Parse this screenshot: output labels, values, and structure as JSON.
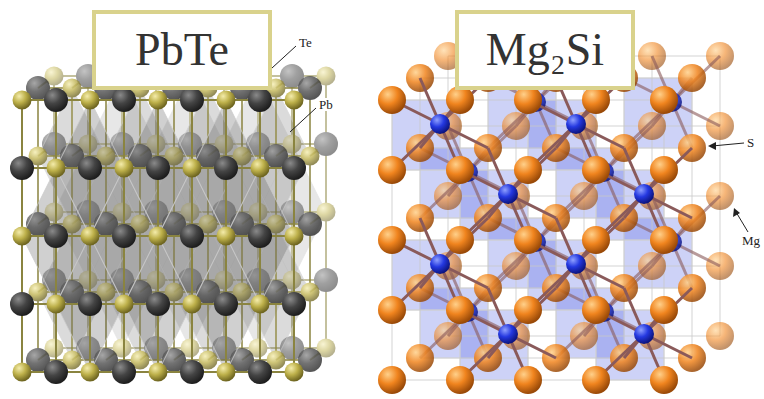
{
  "diagram": {
    "nodes": [
      {
        "text": [
          "PbTe"
        ]
      },
      {
        "text": [
          "Mg₂Si"
        ]
      }
    ],
    "labels": [
      "Te",
      "Pb",
      "S",
      "Mg"
    ]
  }
}
